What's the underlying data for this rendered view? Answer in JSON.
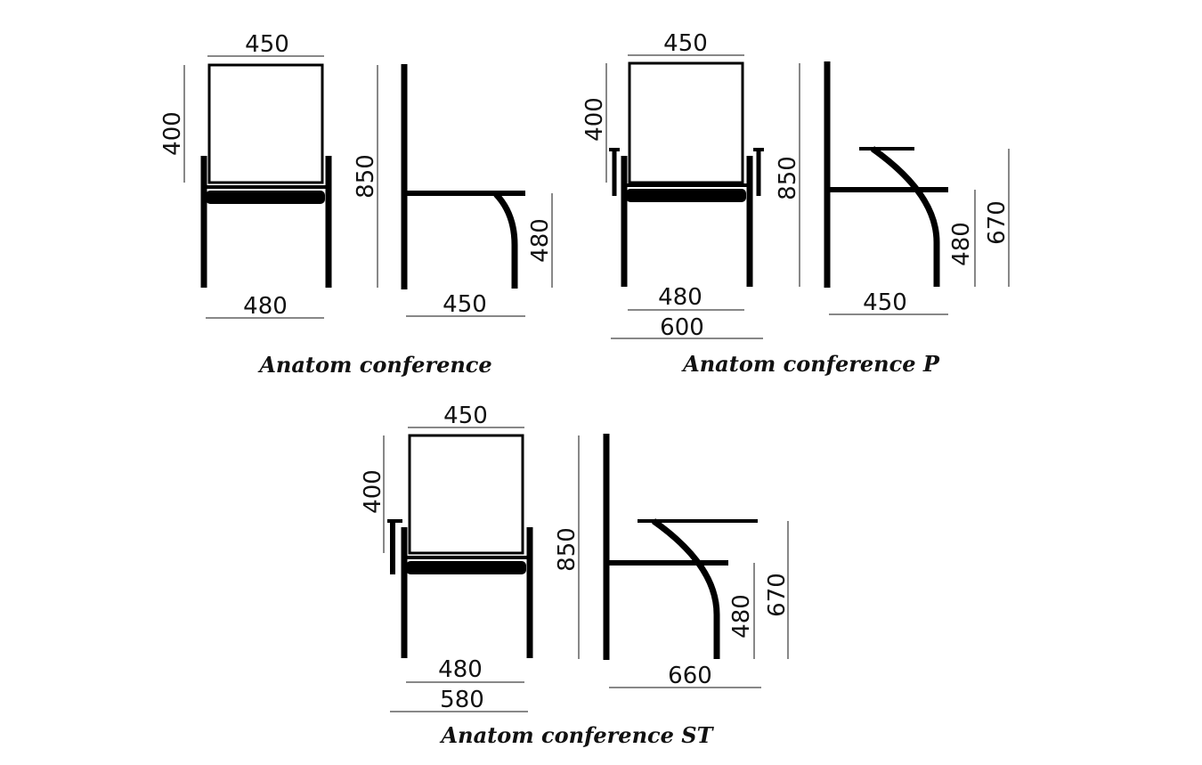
{
  "colors": {
    "ink": "#000000",
    "background": "#ffffff"
  },
  "models": [
    {
      "caption": "Anatom conference",
      "front": {
        "back_width": "450",
        "back_height": "400",
        "seat_width": "480"
      },
      "side": {
        "total_height": "850",
        "seat_height": "480",
        "depth": "450"
      }
    },
    {
      "caption": "Anatom conference P",
      "front": {
        "back_width": "450",
        "back_height": "400",
        "seat_width": "480",
        "overall_width": "600"
      },
      "side": {
        "total_height": "850",
        "seat_height": "480",
        "armrest_height": "670",
        "depth": "450"
      }
    },
    {
      "caption": "Anatom conference ST",
      "front": {
        "back_width": "450",
        "back_height": "400",
        "seat_width": "480",
        "overall_width": "580"
      },
      "side": {
        "total_height": "850",
        "seat_height": "480",
        "armrest_height": "670",
        "depth": "660"
      }
    }
  ]
}
